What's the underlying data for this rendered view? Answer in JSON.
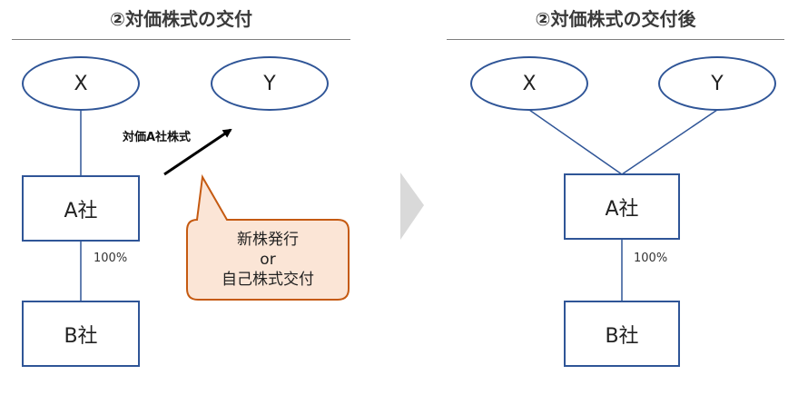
{
  "left_panel": {
    "title": "②対価株式の交付",
    "shareholder_x": "X",
    "shareholder_y": "Y",
    "company_a": "A社",
    "company_b": "B社",
    "ownership_pct": "100%",
    "arrow_label": "対価A社株式",
    "callout": {
      "line1": "新株発行",
      "line2": "or",
      "line3": "自己株式交付"
    }
  },
  "right_panel": {
    "title": "②対価株式の交付後",
    "shareholder_x": "X",
    "shareholder_y": "Y",
    "company_a": "A社",
    "company_b": "B社",
    "ownership_pct": "100%"
  },
  "colors": {
    "node_border": "#2f5597",
    "callout_fill": "#fbe5d6",
    "callout_border": "#c55a11",
    "transition_arrow": "#d0d0d0"
  }
}
